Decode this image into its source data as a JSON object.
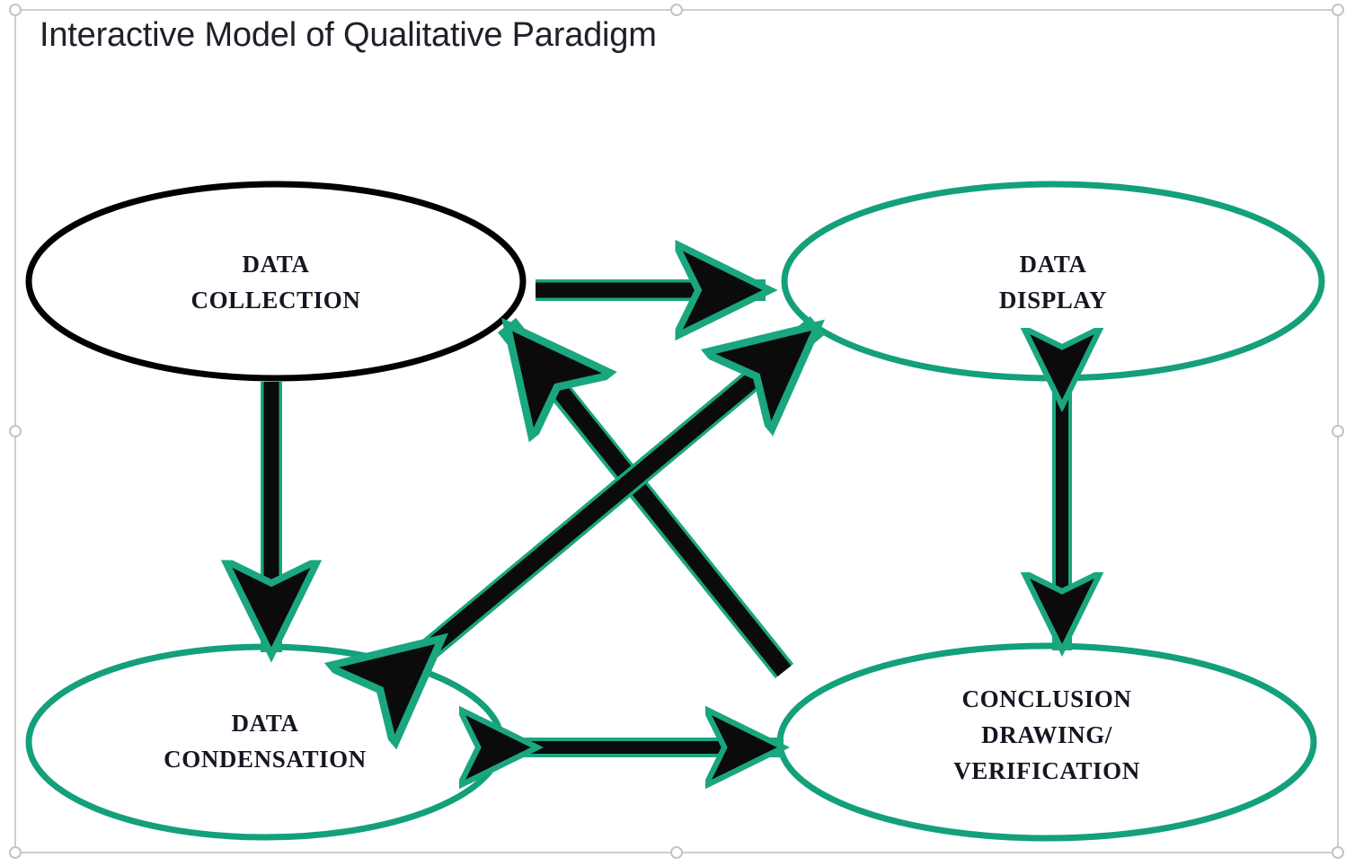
{
  "title": "Interactive Model of Qualitative Paradigm",
  "colors": {
    "green": "#13a07a",
    "black": "#000000",
    "arrow_fill": "#0b0b0b",
    "arrow_outline": "#1aa67f",
    "frame": "#cfcfcf",
    "background": "#ffffff",
    "title_text": "#20202a",
    "label_text": "#161622"
  },
  "diagram": {
    "type": "interactive-model-flow-diagram",
    "nodes": [
      {
        "id": "data-collection",
        "lines": [
          "DATA",
          "COLLECTION"
        ],
        "border_color": "#000000",
        "position": "top-left"
      },
      {
        "id": "data-display",
        "lines": [
          "DATA",
          "DISPLAY"
        ],
        "border_color": "#13a07a",
        "position": "top-right"
      },
      {
        "id": "data-condensation",
        "lines": [
          "DATA",
          "CONDENSATION"
        ],
        "border_color": "#13a07a",
        "position": "bottom-left"
      },
      {
        "id": "conclusion-drawing-verification",
        "lines": [
          "CONCLUSION",
          "DRAWING/",
          "VERIFICATION"
        ],
        "border_color": "#13a07a",
        "position": "bottom-right"
      }
    ],
    "edges": [
      {
        "id": "collection-to-display",
        "from": "data-collection",
        "to": "data-display",
        "direction": "one-way",
        "orientation": "horizontal-top"
      },
      {
        "id": "collection-to-condensation",
        "from": "data-collection",
        "to": "data-condensation",
        "direction": "one-way",
        "orientation": "vertical-left"
      },
      {
        "id": "display-to-conclusion",
        "from": "data-display",
        "to": "conclusion-drawing-verification",
        "direction": "bidirectional",
        "orientation": "vertical-right"
      },
      {
        "id": "condensation-to-conclusion",
        "from": "data-condensation",
        "to": "conclusion-drawing-verification",
        "direction": "bidirectional",
        "orientation": "horizontal-bottom"
      },
      {
        "id": "conclusion-to-collection",
        "from": "conclusion-drawing-verification",
        "to": "data-collection",
        "direction": "one-way",
        "orientation": "diagonal-up-left"
      },
      {
        "id": "condensation-to-display",
        "from": "data-condensation",
        "to": "data-display",
        "direction": "bidirectional",
        "orientation": "diagonal-up-right"
      }
    ]
  },
  "selection": {
    "handles": [
      "top-left",
      "top-center",
      "top-right",
      "middle-left",
      "middle-right",
      "bottom-left",
      "bottom-center",
      "bottom-right"
    ]
  }
}
